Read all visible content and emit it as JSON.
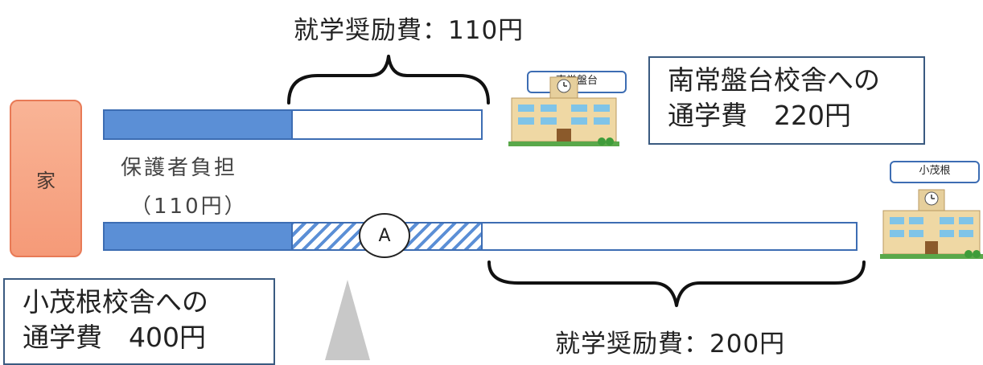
{
  "home_label": "家",
  "upper_bracket_label": "就学奨励費：110円",
  "lower_bracket_label": "就学奨励費：200円",
  "guardian_label": "保護者負担",
  "guardian_amount": "（110円）",
  "circle_label": "A",
  "school_upper_tag": "南常盤台",
  "school_lower_tag": "小茂根",
  "box_upper": {
    "line1": "南常盤台校舎への",
    "line2": "通学費　220円"
  },
  "box_lower": {
    "line1": "小茂根校舎への",
    "line2": "通学費　400円"
  },
  "colors": {
    "bar_fill": "#5b8fd6",
    "bar_border": "#3d6db3",
    "home": "#f7a788"
  },
  "icons": {
    "school": "school-building-icon",
    "brace": "curly-brace-icon",
    "pointer": "pointer-triangle-icon"
  }
}
